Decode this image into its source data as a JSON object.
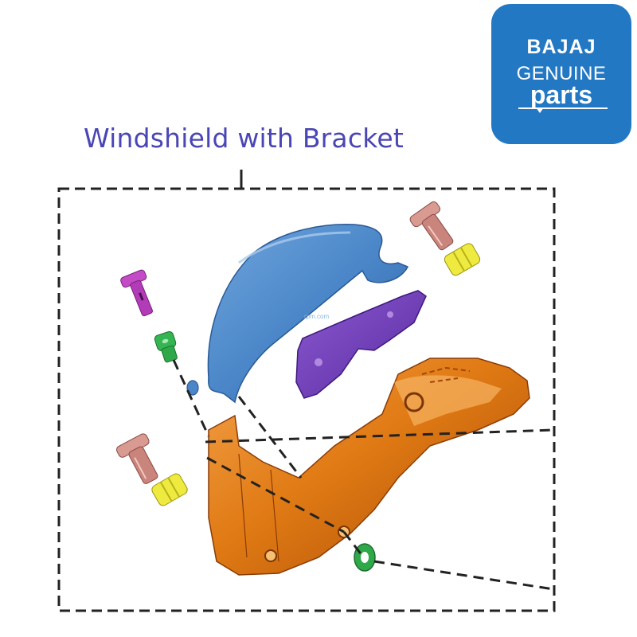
{
  "title": "Windshield with Bracket",
  "logo": {
    "line1": "BAJAJ",
    "line2": "GENUINE",
    "line3": "parts"
  },
  "watermark": "rpm.com",
  "colors": {
    "title": "#4a46b5",
    "logo_bg": "#2378c3",
    "windshield": "#4a86c8",
    "inner_bracket": "#6e3bb5",
    "main_bracket": "#d96f0e",
    "screw_magenta": "#b23bb8",
    "bushing_green": "#2fa84a",
    "screw_pink": "#c9847c",
    "bushing_yellow": "#e7e43a"
  },
  "parts": [
    {
      "id": "windshield",
      "icon": "windshield-icon"
    },
    {
      "id": "inner-bracket",
      "icon": "bracket-icon"
    },
    {
      "id": "main-bracket",
      "icon": "bracket-icon"
    },
    {
      "id": "screw",
      "icon": "screw-icon"
    },
    {
      "id": "bushing",
      "icon": "bushing-icon"
    }
  ]
}
